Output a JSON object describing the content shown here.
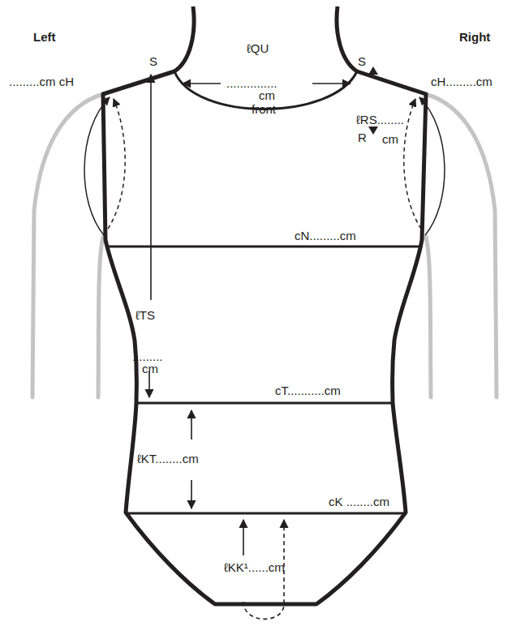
{
  "diagram": {
    "labels": [
      "Left",
      "Right",
      "S",
      "S",
      "ℓQU",
      "...............",
      "cm",
      "front",
      ".........cm cH",
      "cH.........cm",
      "ℓRS........",
      "R",
      "cm",
      "cN.........cm",
      "ℓTS",
      ".........",
      "cm",
      "cT...........cm",
      "ℓKT........cm",
      "cK ........cm",
      "ℓKK¹......cm"
    ]
  }
}
